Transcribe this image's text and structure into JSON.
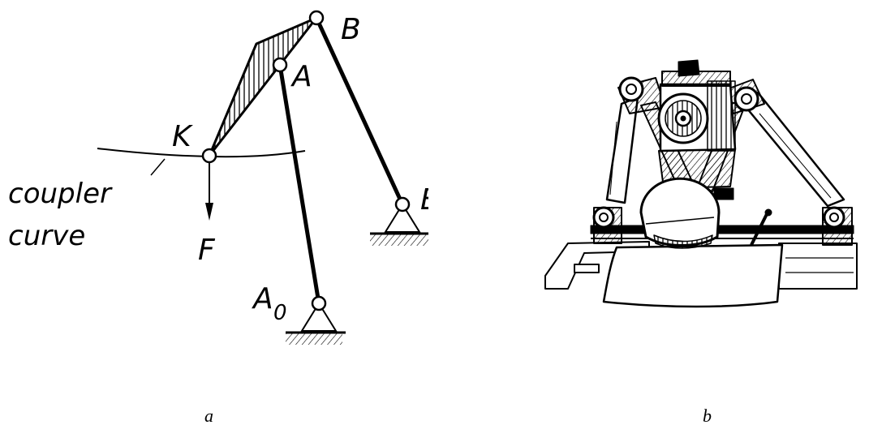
{
  "diagram_a": {
    "points": {
      "k": "K",
      "a": "A",
      "b": "B",
      "a0": "A",
      "a0_sub": "0",
      "b0": "B"
    },
    "force": "F",
    "curve_label_1": "coupler",
    "curve_label_2": "curve",
    "caption": "a"
  },
  "illustration_b": {
    "caption": "b"
  },
  "colors": {
    "ink": "#000000",
    "background": "#ffffff"
  }
}
